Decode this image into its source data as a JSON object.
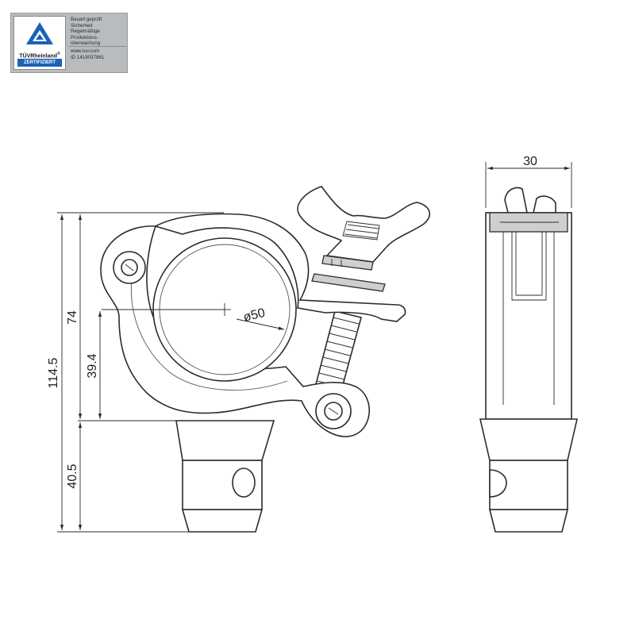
{
  "badge": {
    "brand": "TÜVRheinland",
    "registered": "®",
    "certified": "ZERTIFIZIERT",
    "lines": [
      "Bauart geprüft",
      "Sicherheit",
      "Regelmäßige",
      "Produktions-",
      "überwachung"
    ],
    "website": "www.tuv.com",
    "id": "ID 1419037861",
    "colors": {
      "brand_blue": "#1a63b6",
      "panel_grey": "#b9bcbf"
    }
  },
  "dimensions": {
    "total_height": "114.5",
    "upper_height": "74",
    "center_height": "39.4",
    "spigot_length": "40.5",
    "tube_diameter": "ø50",
    "side_width": "30"
  }
}
